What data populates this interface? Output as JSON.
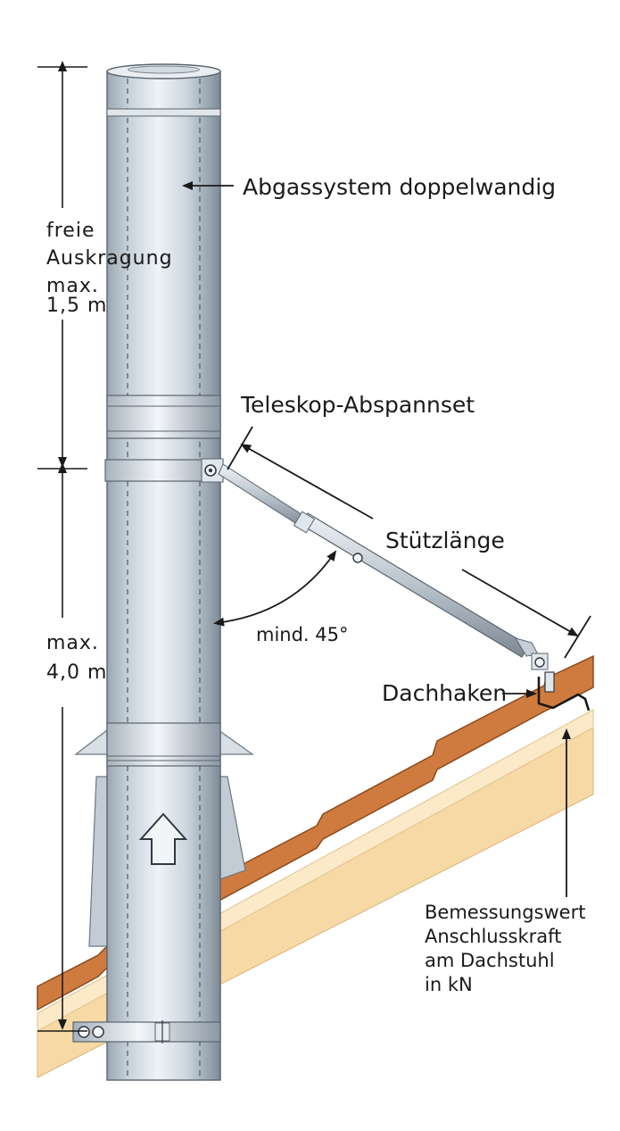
{
  "labels": {
    "exhaust_system": "Abgassystem doppelwandig",
    "telescopic_set": "Teleskop-Abspannset",
    "support_length": "Stützlänge",
    "min_angle": "mind. 45°",
    "roof_hook": "Dachhaken",
    "free_projection": [
      "freie",
      "Auskragung",
      "max.",
      "1,5 m"
    ],
    "max_height": [
      "max.",
      "4,0 m"
    ],
    "rated_value": [
      "Bemessungswert",
      "Anschlusskraft",
      "am Dachstuhl",
      "in kN"
    ]
  },
  "colors": {
    "roof_tile": "#cf7a3e",
    "roof_timber": "#f6d9a4",
    "roof_batten": "#fbe9c8",
    "pipe_light": "#e4ebf1",
    "pipe_dark": "#8c98a4",
    "flashing": "#b9c3cc",
    "ink": "#1a1a1a"
  }
}
